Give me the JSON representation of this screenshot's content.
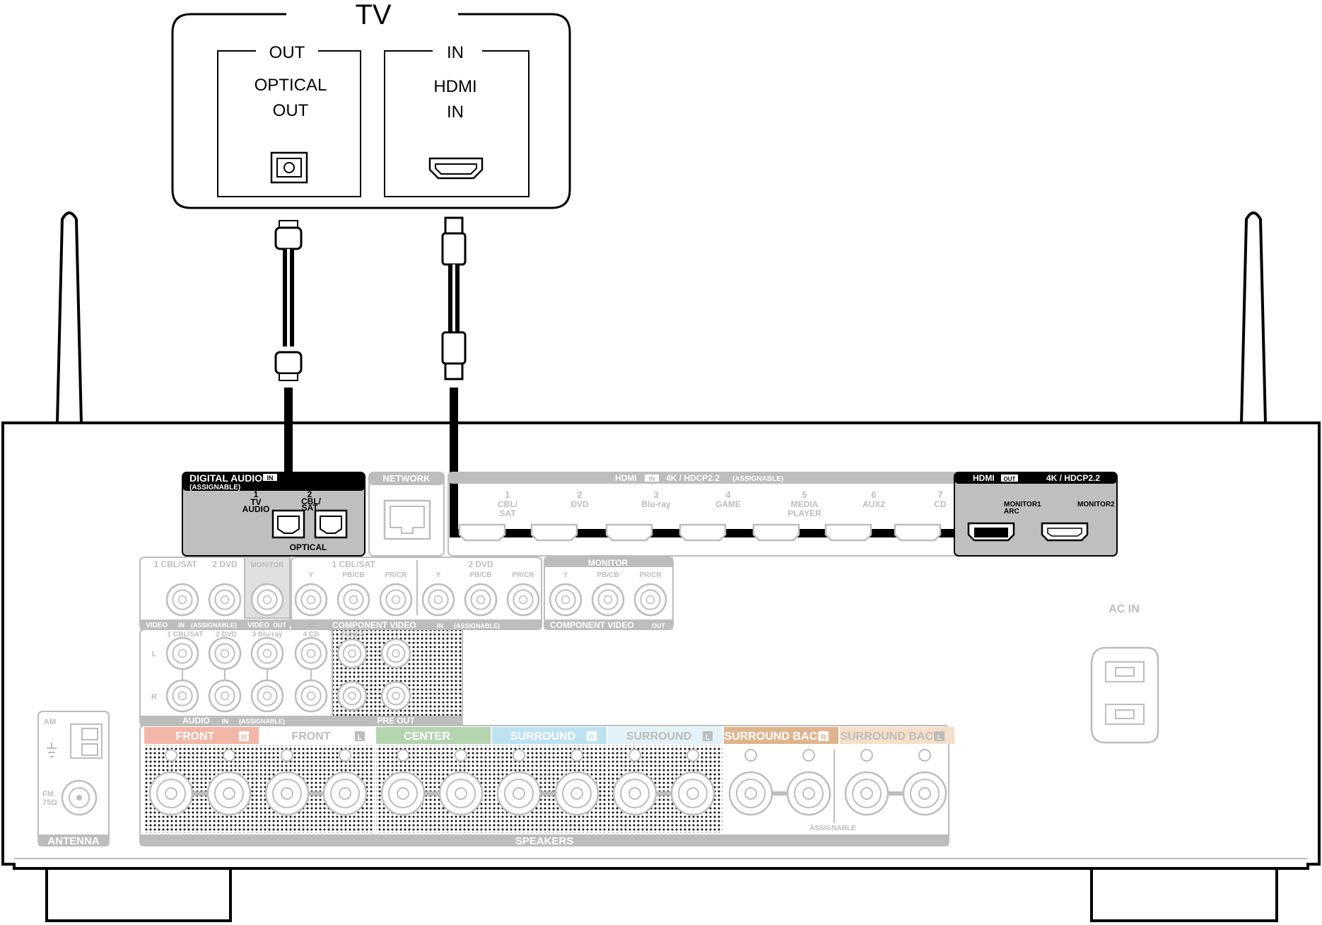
{
  "tv": {
    "title": "TV",
    "out_header": "OUT",
    "optical_line1": "OPTICAL",
    "optical_line2": "OUT",
    "in_header": "IN",
    "hdmi_line1": "HDMI",
    "hdmi_line2": "IN"
  },
  "digital_audio": {
    "title": "DIGITAL AUDIO",
    "in_badge": "IN",
    "assignable": "(ASSIGNABLE)",
    "port1_num": "1",
    "port1_name_a": "TV",
    "port1_name_b": "AUDIO",
    "port2_num": "2",
    "port2_name_a": "CBL/",
    "port2_name_b": "SAT",
    "optical": "OPTICAL"
  },
  "network": {
    "title": "NETWORK"
  },
  "hdmi_in": {
    "title": "HDMI",
    "in_badge": "IN",
    "spec": "4K / HDCP2.2",
    "assignable": "(ASSIGNABLE)",
    "inputs": [
      {
        "num": "1",
        "a": "CBL/",
        "b": "SAT",
        "c": ""
      },
      {
        "num": "2",
        "a": "DVD",
        "b": "",
        "c": ""
      },
      {
        "num": "3",
        "a": "Blu-ray",
        "b": "",
        "c": ""
      },
      {
        "num": "4",
        "a": "GAME",
        "b": "",
        "c": ""
      },
      {
        "num": "5",
        "a": "MEDIA",
        "b": "PLAYER",
        "c": ""
      },
      {
        "num": "6",
        "a": "AUX2",
        "b": "",
        "c": ""
      },
      {
        "num": "7",
        "a": "CD",
        "b": "",
        "c": ""
      }
    ]
  },
  "hdmi_out": {
    "title": "HDMI",
    "out_badge": "OUT",
    "spec": "4K / HDCP2.2",
    "monitor1_a": "MONITOR1",
    "monitor1_b": "ARC",
    "monitor2": "MONITOR2"
  },
  "video": {
    "in_1": "1 CBL/SAT",
    "in_2": "2 DVD",
    "monitor": "MONITOR",
    "footer_video": "VIDEO",
    "in_badge": "IN",
    "assignable": "(ASSIGNABLE)",
    "footer_video_out": "VIDEO",
    "out_badge": "OUT"
  },
  "component_in": {
    "in_1": "1 CBL/SAT",
    "in_2": "2 DVD",
    "y": "Y",
    "pb": "PB/CB",
    "pr": "PR/CR",
    "footer": "COMPONENT VIDEO",
    "in_badge": "IN",
    "assignable": "(ASSIGNABLE)"
  },
  "component_out": {
    "monitor": "MONITOR",
    "y": "Y",
    "pb": "PB/CB",
    "pr": "PR/CR",
    "footer": "COMPONENT VIDEO",
    "out_badge": "OUT"
  },
  "audio_in": {
    "ch1": "1 CBL/SAT",
    "ch2": "2 DVD",
    "ch3": "3 Blu-ray",
    "ch4": "4 CD",
    "l": "L",
    "r": "R",
    "footer": "AUDIO",
    "in_badge": "IN",
    "assignable": "(ASSIGNABLE)"
  },
  "pre_out": {
    "zone2": "ZONE2",
    "footer": "PRE OUT"
  },
  "ac_in": {
    "label": "AC IN"
  },
  "antenna": {
    "am": "AM",
    "fm": "FM",
    "ohm": "75Ω",
    "footer": "ANTENNA"
  },
  "speakers": {
    "footer": "SPEAKERS",
    "assignable": "ASSIGNABLE",
    "groups": [
      {
        "name": "FRONT",
        "side": "R",
        "color": "#f2b7a6"
      },
      {
        "name": "FRONT",
        "side": "L",
        "color": "#ffffff"
      },
      {
        "name": "CENTER",
        "side": "",
        "color": "#b5d4b0"
      },
      {
        "name": "SURROUND",
        "side": "R",
        "color": "#bde3f2"
      },
      {
        "name": "SURROUND",
        "side": "L",
        "color": "#e3f2f8"
      },
      {
        "name": "SURROUND BACK",
        "side": "R",
        "color": "#dfb58d"
      },
      {
        "name": "SURROUND BACK",
        "side": "L",
        "color": "#f5dfc8"
      }
    ]
  },
  "colors": {
    "cable": "#000000",
    "grey": "#bdbdbd",
    "highlight_panel": "#bfbfbf"
  }
}
